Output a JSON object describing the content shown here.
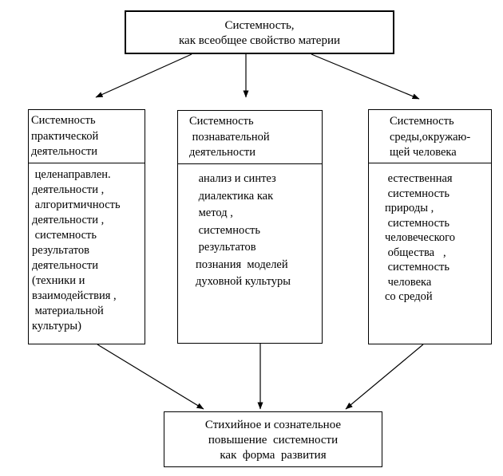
{
  "diagram": {
    "background": "#ffffff",
    "line_color": "#000000",
    "text_color": "#000000",
    "top_box": {
      "lines": [
        "Системность,",
        "как всеобщее свойство материи"
      ]
    },
    "columns": [
      {
        "id": "column-practical",
        "header_lines": [
          "Системность",
          "практической",
          "деятельности"
        ],
        "body_lines": [
          " целенаправлен.",
          "деятельности ,",
          " алгоритмичность",
          "деятельности ,",
          " системность",
          "результатов",
          "деятельности",
          "(техники и",
          "взаимодействия ,",
          " материальной",
          "культуры)"
        ]
      },
      {
        "id": "column-cognitive",
        "header_lines": [
          "Системность",
          " познавательной",
          "деятельности"
        ],
        "body_lines": [
          " анализ и синтез",
          " диалектика как",
          " метод ,",
          " системность",
          " результатов",
          "познания  моделей",
          "духовной культуры"
        ]
      },
      {
        "id": "column-environment",
        "header_lines": [
          "Системность",
          "среды,окружаю-",
          "щей человека"
        ],
        "body_lines": [
          " естественная",
          " системность",
          "природы ,",
          " системность",
          "человеческого",
          " общества   ,",
          " системность",
          " человека",
          "со средой"
        ]
      }
    ],
    "bottom_box": {
      "lines": [
        "Стихийное и сознательное",
        "повышение  системности",
        "как  форма  развития"
      ]
    },
    "edges": [
      {
        "from": "top-box",
        "to": "column-practical"
      },
      {
        "from": "top-box",
        "to": "column-cognitive"
      },
      {
        "from": "top-box",
        "to": "column-environment"
      },
      {
        "from": "column-practical",
        "to": "bottom-box"
      },
      {
        "from": "column-cognitive",
        "to": "bottom-box"
      },
      {
        "from": "column-environment",
        "to": "bottom-box"
      }
    ]
  }
}
